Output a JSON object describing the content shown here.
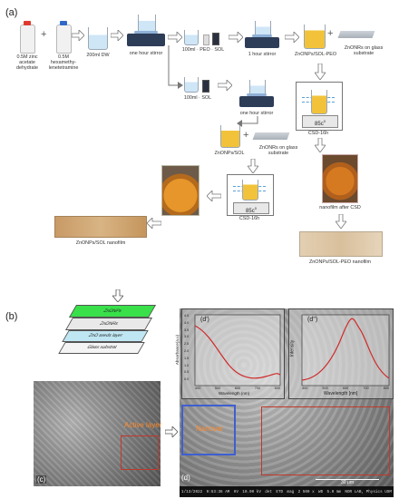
{
  "panel_a": {
    "label": "(a)",
    "reagents": [
      {
        "text": "0.5M zinc acetate dehydrate"
      },
      {
        "text": "0.5M hexamethy- lenetetramine"
      },
      {
        "text": "200ml DW"
      },
      {
        "text": "one hour stirror"
      }
    ],
    "branch_top": {
      "solution_label": "100ml · PEO · SOL",
      "stir_label": "1 hour stirror",
      "product_label": "ZnONPs/SOL-PEO",
      "substrate_label": "ZnONRs on glass substrate",
      "csd_temp": "85c",
      "csd_temp_sup": "0",
      "csd_label": "CSD-16h",
      "nanofilm_label": "nanofilm after CSD",
      "final_label": "ZnONPs/SOL-PEO nanofilm"
    },
    "branch_bottom": {
      "solution_label": "100ml · SOL",
      "stir_label": "one hour stirror",
      "product_label": "ZnONPs/SOL",
      "substrate_label": "ZnONRs on glass substrate",
      "csd_temp": "85c",
      "csd_temp_sup": "0",
      "csd_label": "CSD-16h",
      "final_label": "ZnONPs/SOL nanofilm"
    }
  },
  "panel_b": {
    "label": "(b)",
    "layers": [
      "ZnONPs",
      "ZnONRs",
      "ZnO seeds layer",
      "Glass substrat"
    ],
    "colors": {
      "znonps": "#39e04a",
      "znonrs": "#e9e9e9",
      "seeds": "#bfe7f3",
      "glass": "#f4f4f4"
    },
    "chart_d1": {
      "tag": "(d')",
      "ylabel": "Absorbance(a.u)",
      "xlabel": "Wavelength (nm)",
      "yticks": [
        "4.5",
        "4.0",
        "3.5",
        "3.0",
        "2.5",
        "2.0",
        "1.5",
        "1.0",
        "0.5",
        "0.0"
      ],
      "xticks": [
        "400",
        "500",
        "600",
        "700",
        "800"
      ]
    },
    "chart_d2": {
      "tag": "(d'')",
      "ylabel": "Intensity",
      "xlabel": "Wavelength [nm]",
      "xticks": [
        "400",
        "500",
        "600",
        "700",
        "800"
      ]
    },
    "sem": {
      "tag_c": "(c)",
      "tag_d": "(d)",
      "active_layer": "Active layer",
      "nanovar": "Nanovar",
      "scalebar": "30 μm",
      "footer": [
        "1/13/2022",
        "9:53:36 AM",
        "HV",
        "10.00 kV",
        "det",
        "ETD",
        "mag",
        "2 500 x",
        "WD",
        "5.0 mm",
        "NOR LAB, Physics USM"
      ]
    }
  }
}
